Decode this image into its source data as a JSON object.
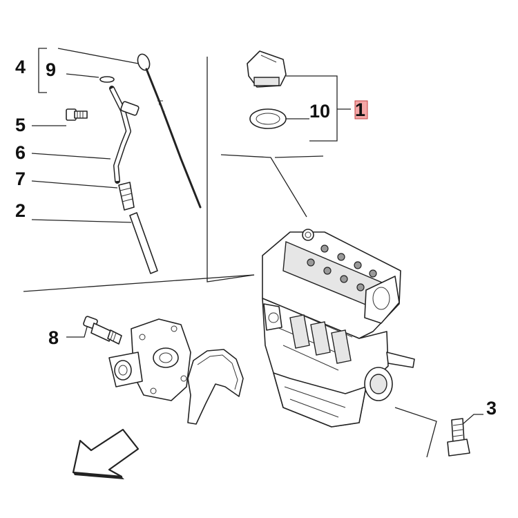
{
  "diagram": {
    "callouts": {
      "c1": "1",
      "c2": "2",
      "c3": "3",
      "c4": "4",
      "c5": "5",
      "c6": "6",
      "c7": "7",
      "c8": "8",
      "c9": "9",
      "c10": "10"
    },
    "colors": {
      "highlight_box": "#f4a6a6",
      "line": "#222222",
      "background": "#ffffff"
    },
    "icons": {
      "direction_arrow": "arrow-down-left-icon"
    }
  }
}
